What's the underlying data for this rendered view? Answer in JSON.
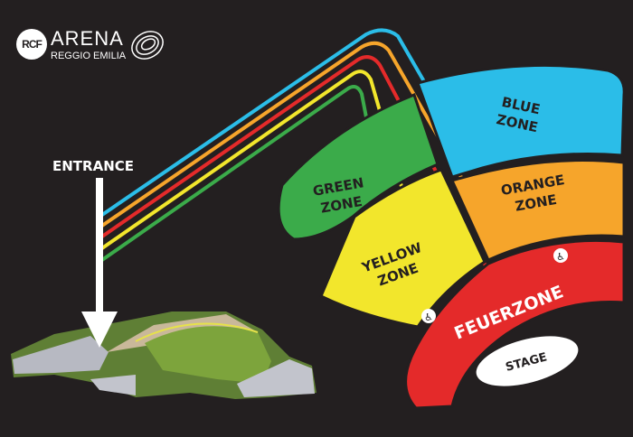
{
  "logo": {
    "badge": "RCF",
    "name": "ARENA",
    "subtitle": "REGGIO EMILIA"
  },
  "entrance_label": "ENTRANCE",
  "zones": [
    {
      "id": "blue",
      "line1": "BLUE",
      "line2": "ZONE",
      "color": "#2bbde8"
    },
    {
      "id": "orange",
      "line1": "ORANGE",
      "line2": "ZONE",
      "color": "#f6a52b"
    },
    {
      "id": "red",
      "line1": "FEUERZONE",
      "line2": "",
      "color": "#e42a2a"
    },
    {
      "id": "yellow",
      "line1": "YELLOW",
      "line2": "ZONE",
      "color": "#f2e62c"
    },
    {
      "id": "green",
      "line1": "GREEN",
      "line2": "ZONE",
      "color": "#3bab4a"
    }
  ],
  "stage_label": "STAGE",
  "icons": [
    "wheelchair-icon",
    "wheelchair-icon"
  ]
}
